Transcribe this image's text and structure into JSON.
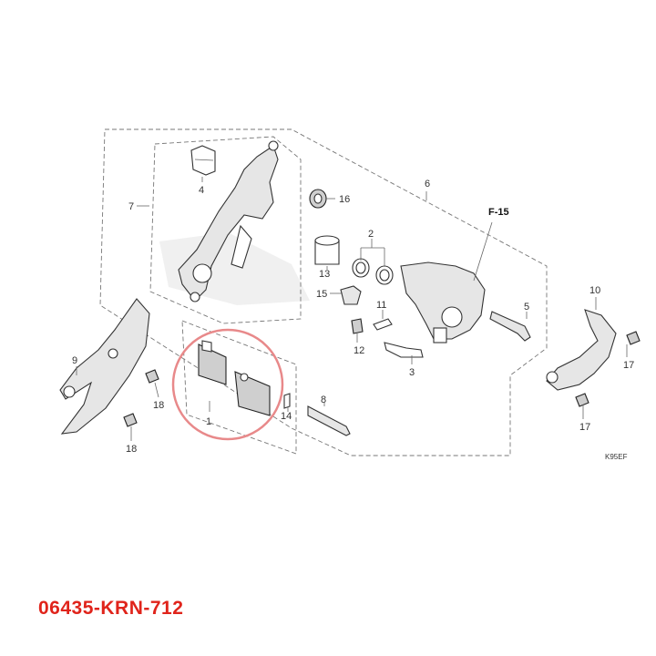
{
  "callouts": {
    "c1": "1",
    "c2": "2",
    "c3": "3",
    "c4": "4",
    "c5": "5",
    "c6": "6",
    "c7": "7",
    "c8": "8",
    "c9": "9",
    "c10": "10",
    "c11": "11",
    "c12": "12",
    "c13": "13",
    "c14": "14",
    "c15": "15",
    "c16": "16",
    "c17a": "17",
    "c17b": "17",
    "c18a": "18",
    "c18b": "18"
  },
  "reference": "F-15",
  "diagram_code": "K95EF",
  "part_number": "06435-KRN-712",
  "colors": {
    "highlight": "#e8898a",
    "part_number": "#e0241b"
  }
}
